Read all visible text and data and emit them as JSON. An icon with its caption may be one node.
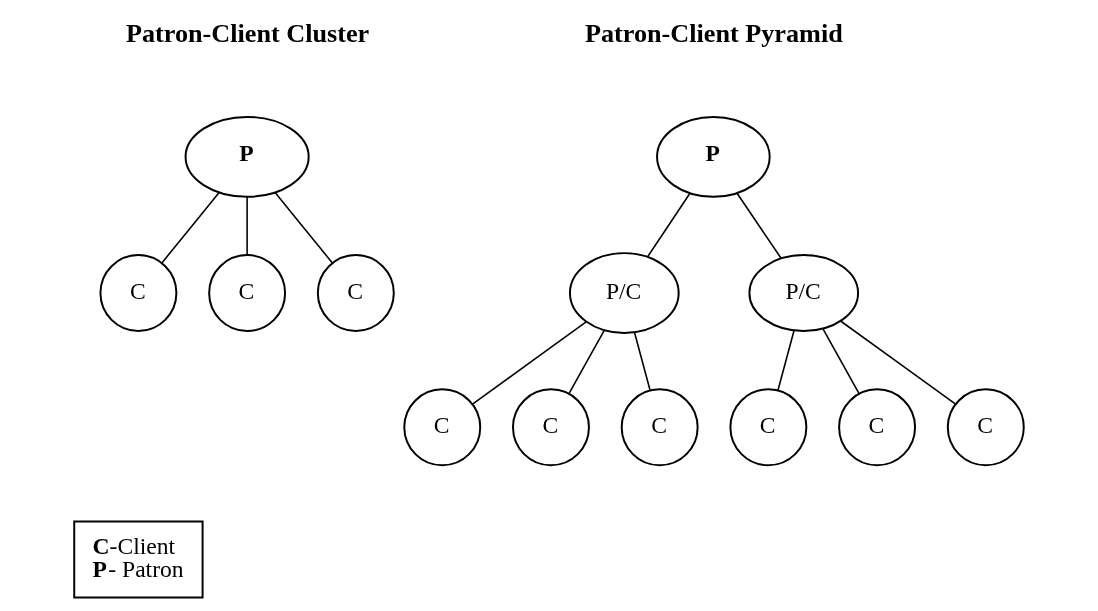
{
  "diagram": {
    "nodes": [
      {
        "text": [
          "P"
        ]
      },
      {
        "text": [
          "C"
        ]
      },
      {
        "text": [
          "C"
        ]
      },
      {
        "text": [
          "C"
        ]
      },
      {
        "text": [
          "P"
        ]
      },
      {
        "text": [
          "P/C"
        ]
      },
      {
        "text": [
          "P/C"
        ]
      },
      {
        "text": [
          "C"
        ]
      },
      {
        "text": [
          "C"
        ]
      },
      {
        "text": [
          "C"
        ]
      },
      {
        "text": [
          "C"
        ]
      },
      {
        "text": [
          "C"
        ]
      },
      {
        "text": [
          "C"
        ]
      },
      {
        "text": [
          "**C**-Client",
          "**P**- Patron"
        ]
      }
    ],
    "edges": [
      {
        "from": 0,
        "to": 1,
        "arrow": "none"
      },
      {
        "from": 0,
        "to": 2,
        "arrow": "none"
      },
      {
        "from": 0,
        "to": 3,
        "arrow": "none"
      },
      {
        "from": 4,
        "to": 5,
        "arrow": "none"
      },
      {
        "from": 4,
        "to": 6,
        "arrow": "none"
      },
      {
        "from": 5,
        "to": 7,
        "arrow": "none"
      },
      {
        "from": 5,
        "to": 8,
        "arrow": "none"
      },
      {
        "from": 5,
        "to": 9,
        "arrow": "none"
      },
      {
        "from": 6,
        "to": 10,
        "arrow": "none"
      },
      {
        "from": 6,
        "to": 11,
        "arrow": "none"
      },
      {
        "from": 6,
        "to": 12,
        "arrow": "none"
      }
    ],
    "labels": [
      "Patron-Client Cluster",
      "Patron-Client Pyramid"
    ]
  }
}
